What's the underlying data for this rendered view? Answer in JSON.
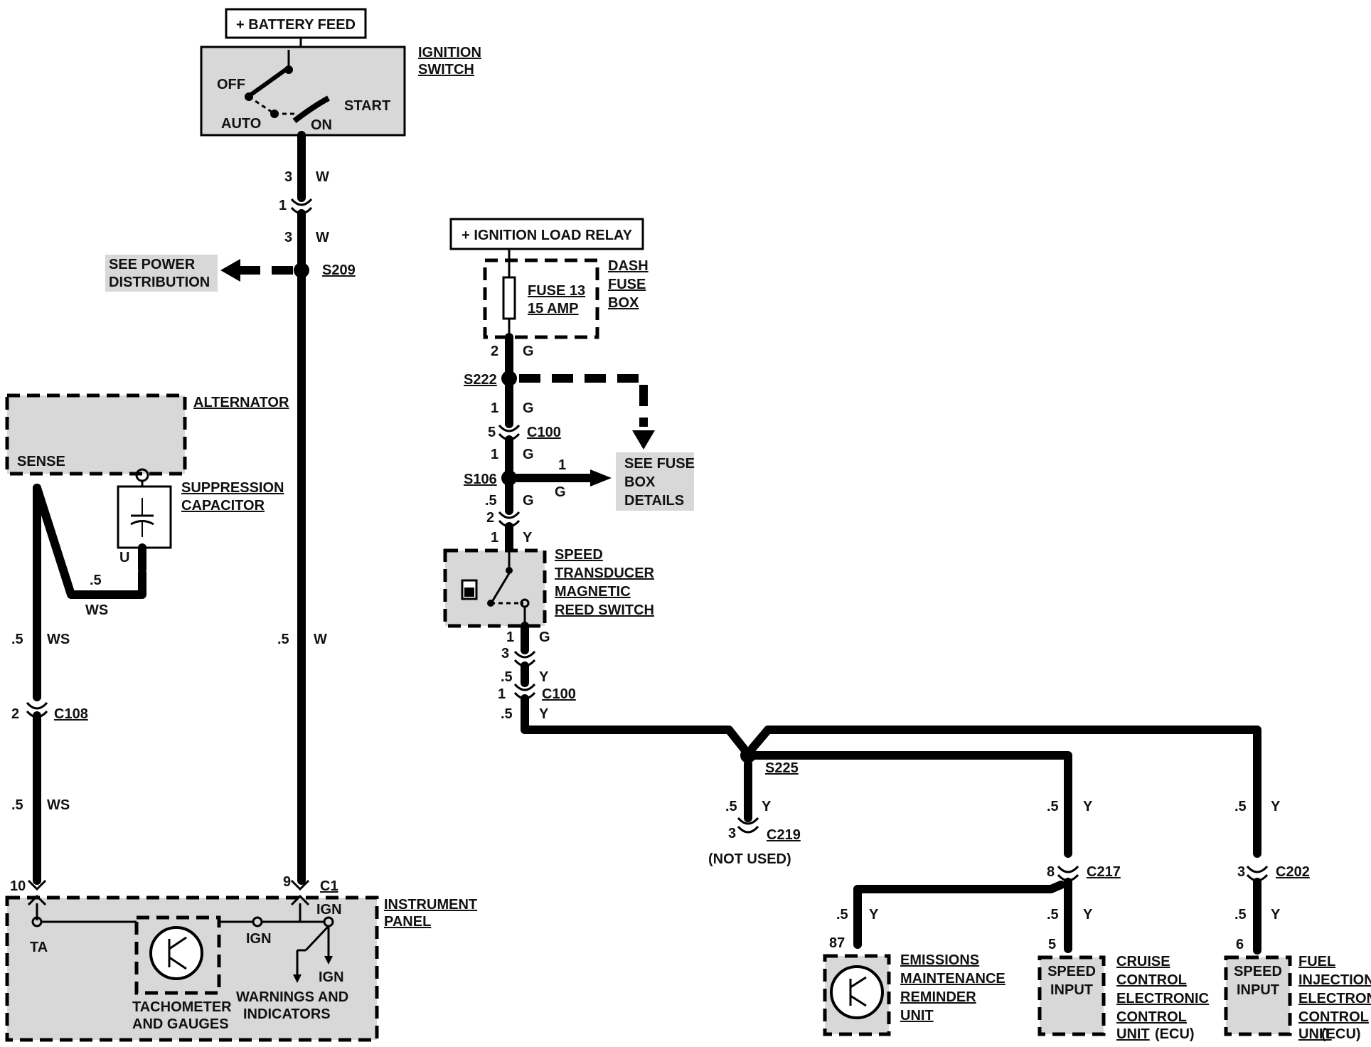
{
  "battery_feed": "+ BATTERY FEED",
  "ignition_switch": {
    "label_line1": "IGNITION",
    "label_line2": "SWITCH",
    "off": "OFF",
    "auto": "AUTO",
    "on": "ON",
    "start": "START"
  },
  "wire_gauges": {
    "w1_gauge": "3",
    "w1_color": "W",
    "w2_gauge": "3",
    "w2_color": "W",
    "conn1_pin": "1",
    "w3_gauge": ".5",
    "w3_color": "W",
    "alt_gauge1": ".5",
    "alt_color1": "WS",
    "alt_gauge2": ".5",
    "alt_color2": "WS",
    "cap_gauge": ".5",
    "cap_color": "WS",
    "cap_pin": "U"
  },
  "see_power": {
    "line1": "SEE POWER",
    "line2": "DISTRIBUTION"
  },
  "splices": {
    "s209": "S209",
    "s222": "S222",
    "s106": "S106",
    "s225": "S225"
  },
  "alternator": {
    "label": "ALTERNATOR",
    "sense": "SENSE"
  },
  "suppression_capacitor": {
    "line1": "SUPPRESSION",
    "line2": "CAPACITOR"
  },
  "c108": {
    "label": "C108",
    "pin": "2"
  },
  "instrument_panel": {
    "label_line1": "INSTRUMENT",
    "label_line2": "PANEL",
    "pin10": "10",
    "pin9": "9",
    "c1": "C1",
    "ign_top": "IGN",
    "ign_mid": "IGN",
    "ign_low": "IGN",
    "ta": "TA",
    "tach_line1": "TACHOMETER",
    "tach_line2": "AND GAUGES",
    "warn_line1": "WARNINGS AND",
    "warn_line2": "INDICATORS"
  },
  "ignition_load_relay": "+ IGNITION LOAD RELAY",
  "dash_fuse_box": {
    "line1": "DASH",
    "line2": "FUSE",
    "line3": "BOX",
    "fuse_line1": "FUSE 13",
    "fuse_line2": "15 AMP"
  },
  "center_wires": {
    "g1_gauge": "2",
    "g1_color": "G",
    "g2_gauge": "1",
    "g2_color": "G",
    "c100a_pin": "5",
    "c100a": "C100",
    "g3_gauge": "1",
    "g3_color": "G",
    "branch_gauge": "1",
    "branch_color": "G",
    "g4_gauge": ".5",
    "g4_color": "G",
    "c100b_pin": "2",
    "y1_gauge": "1",
    "y1_color": "Y",
    "g5_gauge": "1",
    "g5_color": "G",
    "c100c_pin": "3",
    "y2_gauge": ".5",
    "y2_color": "Y",
    "c100d_pin": "1",
    "c100d": "C100",
    "y3_gauge": ".5",
    "y3_color": "Y"
  },
  "see_fuse_box": {
    "line1": "SEE FUSE",
    "line2": "BOX",
    "line3": "DETAILS"
  },
  "speed_transducer": {
    "line1": "SPEED",
    "line2": "TRANSDUCER",
    "line3": "MAGNETIC",
    "line4": "REED SWITCH"
  },
  "c219": {
    "gauge": ".5",
    "color": "Y",
    "pin": "3",
    "label": "C219",
    "note": "(NOT USED)"
  },
  "c217": {
    "gauge": ".5",
    "color": "Y",
    "pin": "8",
    "label": "C217"
  },
  "c202": {
    "gauge": ".5",
    "color": "Y",
    "pin": "3",
    "label": "C202"
  },
  "emissions": {
    "gauge": ".5",
    "color": "Y",
    "pin": "87",
    "line1": "EMISSIONS",
    "line2": "MAINTENANCE",
    "line3": "REMINDER",
    "line4": "UNIT"
  },
  "cruise": {
    "gauge": ".5",
    "color": "Y",
    "pin": "5",
    "box_line1": "SPEED",
    "box_line2": "INPUT",
    "line1": "CRUISE",
    "line2": "CONTROL",
    "line3": "ELECTRONIC",
    "line4": "CONTROL",
    "line5_a": "UNIT",
    "line5_b": "(ECU)"
  },
  "fuel": {
    "gauge": ".5",
    "color": "Y",
    "pin": "6",
    "box_line1": "SPEED",
    "box_line2": "INPUT",
    "line1": "FUEL",
    "line2": "INJECTION",
    "line3": "ELECTRONIC",
    "line4": "CONTROL",
    "line5_a": "UNIT",
    "line5_b": "(ECU)"
  }
}
